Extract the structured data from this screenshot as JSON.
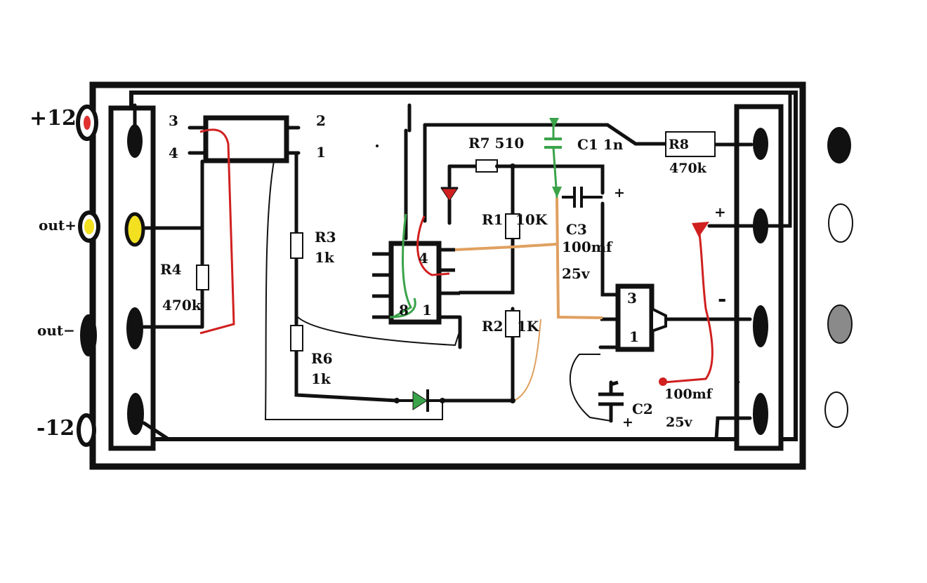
{
  "colors": {
    "wire": "#111111",
    "red_wire": "#d02020",
    "green_wire": "#3aa34a",
    "orange_wire": "#e0a060",
    "terminal_red": "#e03030",
    "terminal_yellow": "#f2e021",
    "terminal_black": "#111111",
    "terminal_gray": "#8a8a8a",
    "background": "#ffffff"
  },
  "left_terminals": {
    "plus12": "+12",
    "out_plus": "out+",
    "out_minus": "out−",
    "minus12": "-12"
  },
  "relay": {
    "pin3": "3",
    "pin4": "4",
    "pin2": "2",
    "pin1": "1"
  },
  "ic1": {
    "pin4": "4",
    "pin8": "8",
    "pin1": "1"
  },
  "ic2": {
    "pin3": "3",
    "pin1": "1"
  },
  "components": {
    "r7": "R7 510",
    "c1": "C1 1n",
    "r8": "R8",
    "r8_value": "470k",
    "r1": "R1",
    "r1_value": "10K",
    "c3": "C3",
    "c3_value": "100mf",
    "c3_voltage": "25v",
    "r2": "R2",
    "r2_value": "1K",
    "r3": "R3",
    "r3_value": "1k",
    "r4": "R4",
    "r4_value": "470k",
    "r6": "R6",
    "r6_value": "1k",
    "c2": "C2",
    "c2_value": "100mf",
    "c2_voltage": "25v",
    "c3_plus": "+"
  },
  "right_terminals": {
    "plus": "+",
    "minus_1": "-",
    "minus_2": "-"
  }
}
